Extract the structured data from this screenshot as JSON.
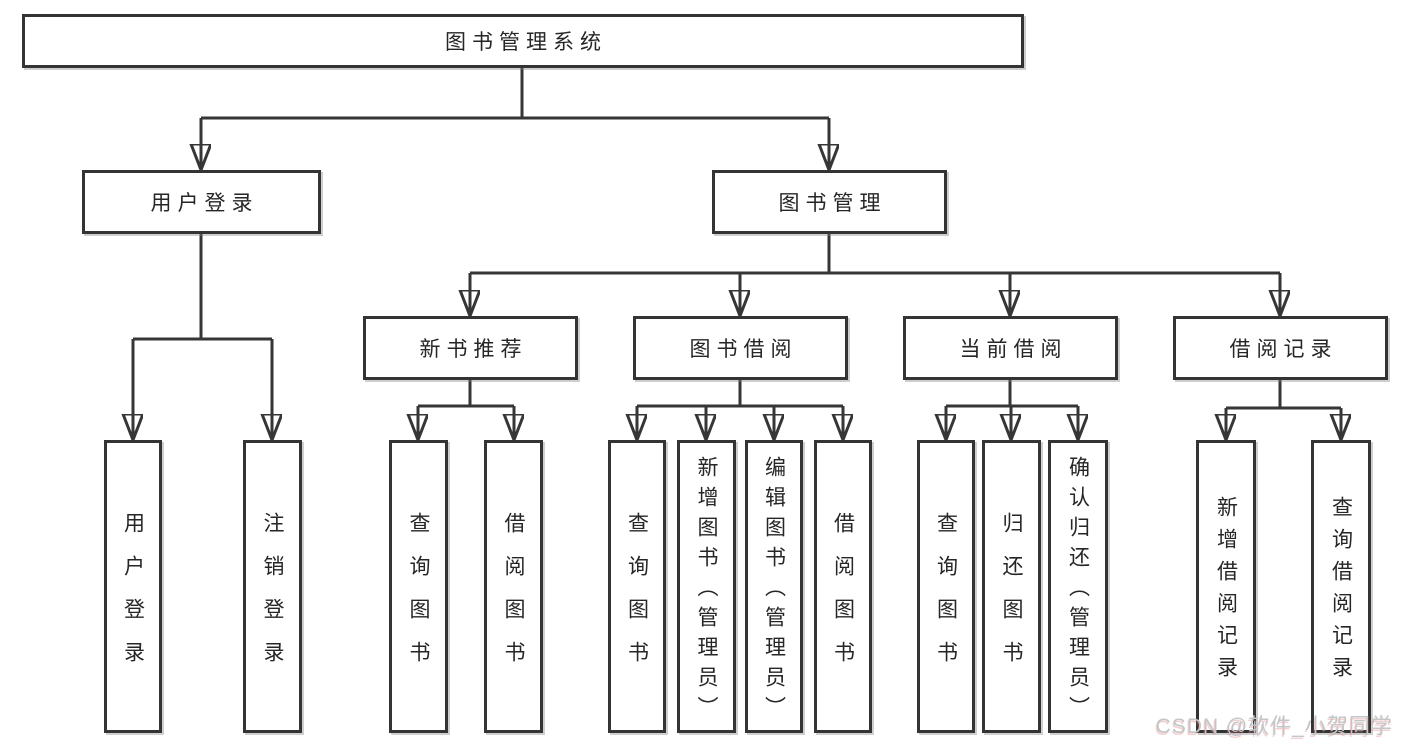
{
  "title": {
    "label": "图书管理系统"
  },
  "branches": [
    {
      "label": "用户登录",
      "children": [
        {
          "label": "用户登录"
        },
        {
          "label": "注销登录"
        }
      ]
    },
    {
      "label": "图书管理",
      "children": [
        {
          "label": "新书推荐",
          "children": [
            {
              "label": "查询图书"
            },
            {
              "label": "借阅图书"
            }
          ]
        },
        {
          "label": "图书借阅",
          "children": [
            {
              "label": "查询图书"
            },
            {
              "label": "新增图书（管理员）"
            },
            {
              "label": "编辑图书（管理员）"
            },
            {
              "label": "借阅图书"
            }
          ]
        },
        {
          "label": "当前借阅",
          "children": [
            {
              "label": "查询图书"
            },
            {
              "label": "归还图书"
            },
            {
              "label": "确认归还（管理员）"
            }
          ]
        },
        {
          "label": "借阅记录",
          "children": [
            {
              "label": "新增借阅记录"
            },
            {
              "label": "查询借阅记录"
            }
          ]
        }
      ]
    }
  ],
  "watermark": {
    "label": "CSDN @软件_小贺同学"
  },
  "colors": {
    "line": "#363636",
    "box_border": "#343434",
    "text": "#262626",
    "background": "#ffffff",
    "watermark": "#c3c6c9"
  }
}
